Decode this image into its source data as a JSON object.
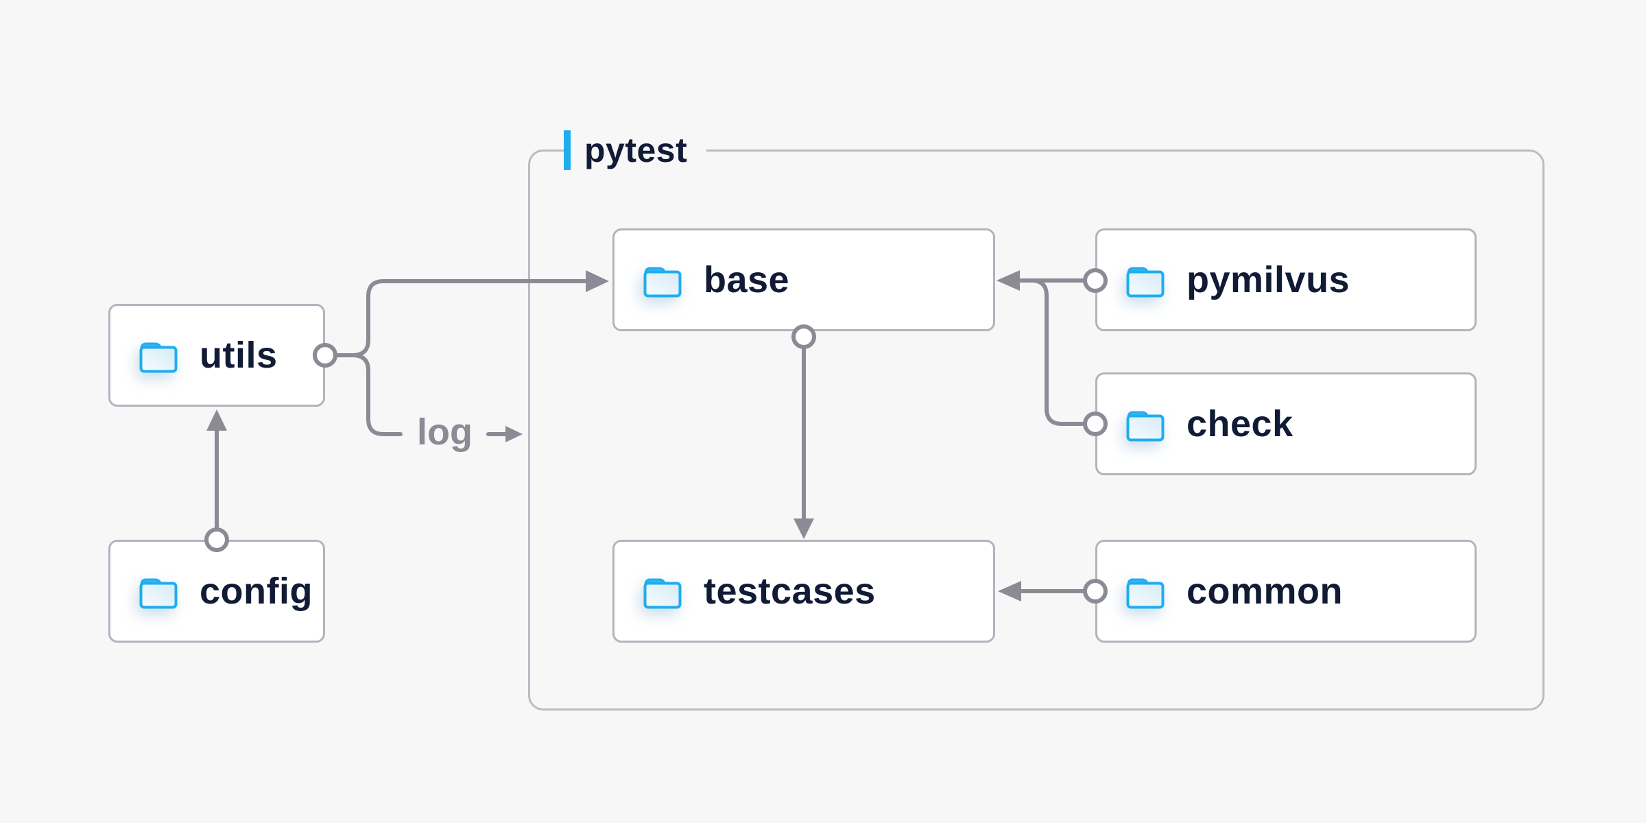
{
  "diagram": {
    "container": {
      "label": "pytest"
    },
    "nodes": [
      {
        "id": "utils",
        "label": "utils"
      },
      {
        "id": "config",
        "label": "config"
      },
      {
        "id": "base",
        "label": "base"
      },
      {
        "id": "pymilvus",
        "label": "pymilvus"
      },
      {
        "id": "check",
        "label": "check"
      },
      {
        "id": "testcases",
        "label": "testcases"
      },
      {
        "id": "common",
        "label": "common"
      }
    ],
    "edge_label": "log",
    "edges": [
      {
        "from": "utils",
        "to": "base"
      },
      {
        "from": "utils",
        "to": "pytest",
        "label": "log"
      },
      {
        "from": "config",
        "to": "utils"
      },
      {
        "from": "base",
        "to": "testcases"
      },
      {
        "from": "pymilvus",
        "to": "base"
      },
      {
        "from": "check",
        "to": "base"
      },
      {
        "from": "common",
        "to": "testcases"
      }
    ],
    "colors": {
      "background": "#f7f7f8",
      "node_bg": "#ffffff",
      "node_border": "#b3b3bf",
      "container_border": "#bbbbc5",
      "connector": "#8b8b95",
      "label_text": "#111b36",
      "edge_label_text": "#8b8b95",
      "accent_blue": "#1fadee",
      "folder_blue": "#1fadee"
    }
  }
}
